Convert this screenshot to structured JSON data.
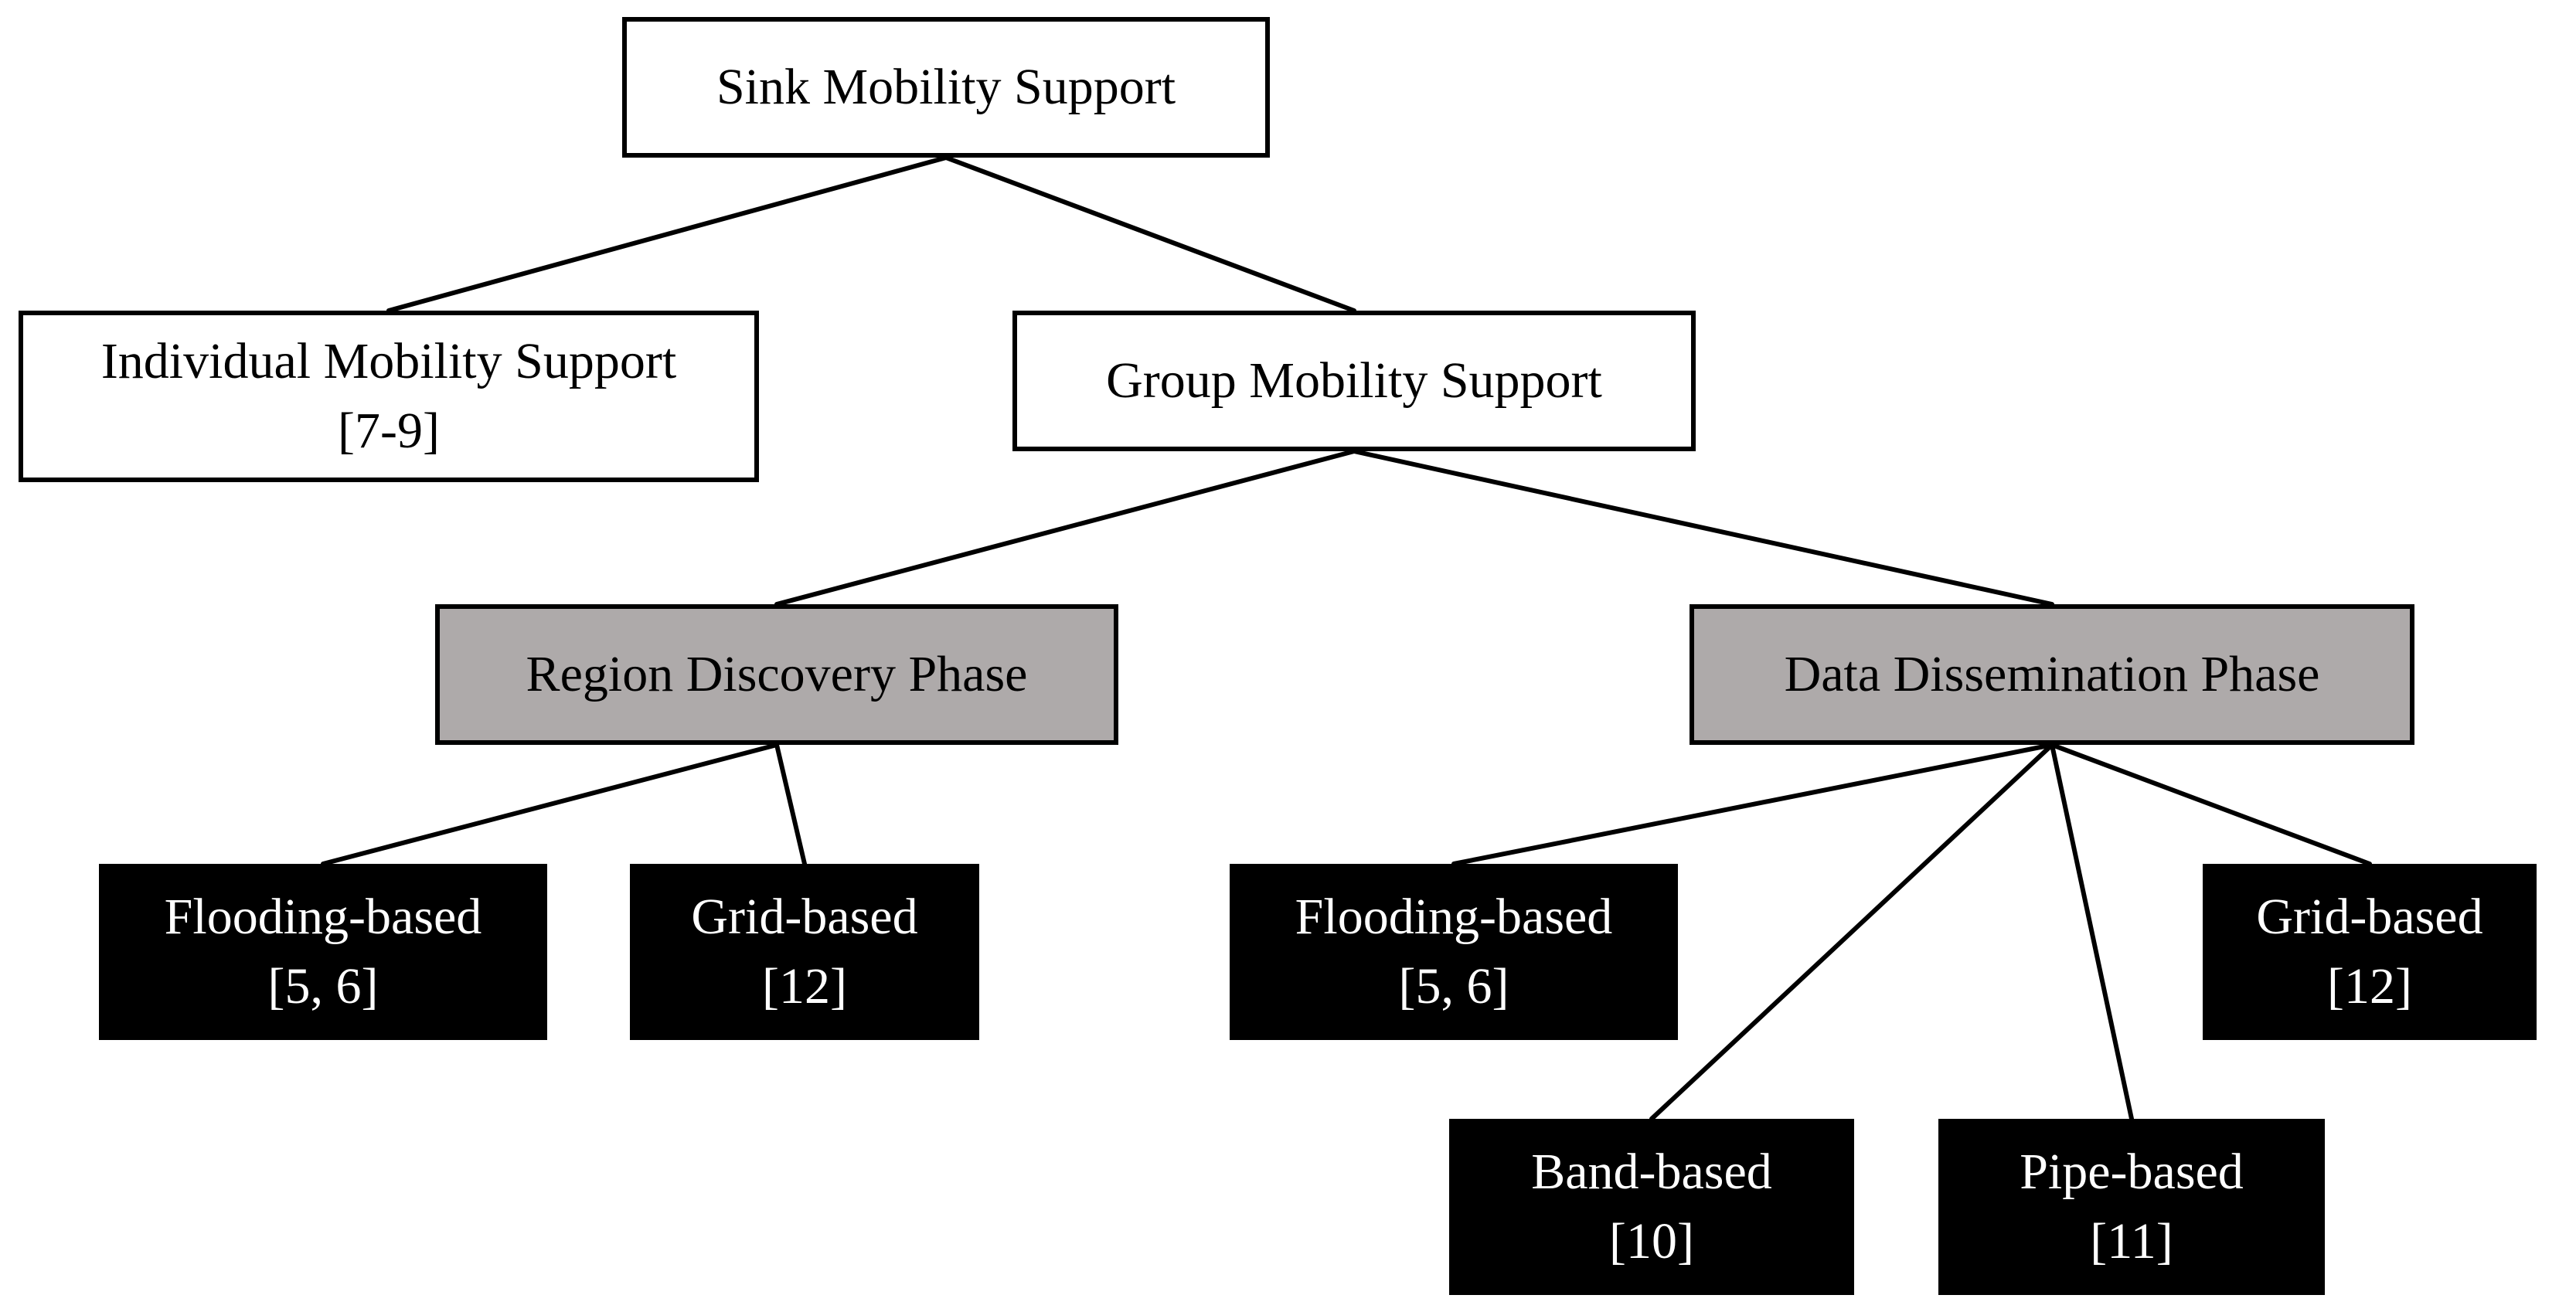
{
  "diagram": {
    "root": {
      "label": "Sink Mobility Support"
    },
    "individual": {
      "line1": "Individual Mobility Support",
      "line2": "[7-9]"
    },
    "group": {
      "label": "Group Mobility Support"
    },
    "region_phase": {
      "label": "Region Discovery Phase"
    },
    "data_phase": {
      "label": "Data Dissemination Phase"
    },
    "region_flooding": {
      "line1": "Flooding-based",
      "line2": "[5, 6]"
    },
    "region_grid": {
      "line1": "Grid-based",
      "line2": "[12]"
    },
    "data_flooding": {
      "line1": "Flooding-based",
      "line2": "[5, 6]"
    },
    "data_grid": {
      "line1": "Grid-based",
      "line2": "[12]"
    },
    "data_band": {
      "line1": "Band-based",
      "line2": "[10]"
    },
    "data_pipe": {
      "line1": "Pipe-based",
      "line2": "[11]"
    },
    "colors": {
      "plain_node": "#ffffff",
      "phase_node": "#aeaaaa",
      "method_node": "#000000",
      "border": "#000000"
    }
  }
}
